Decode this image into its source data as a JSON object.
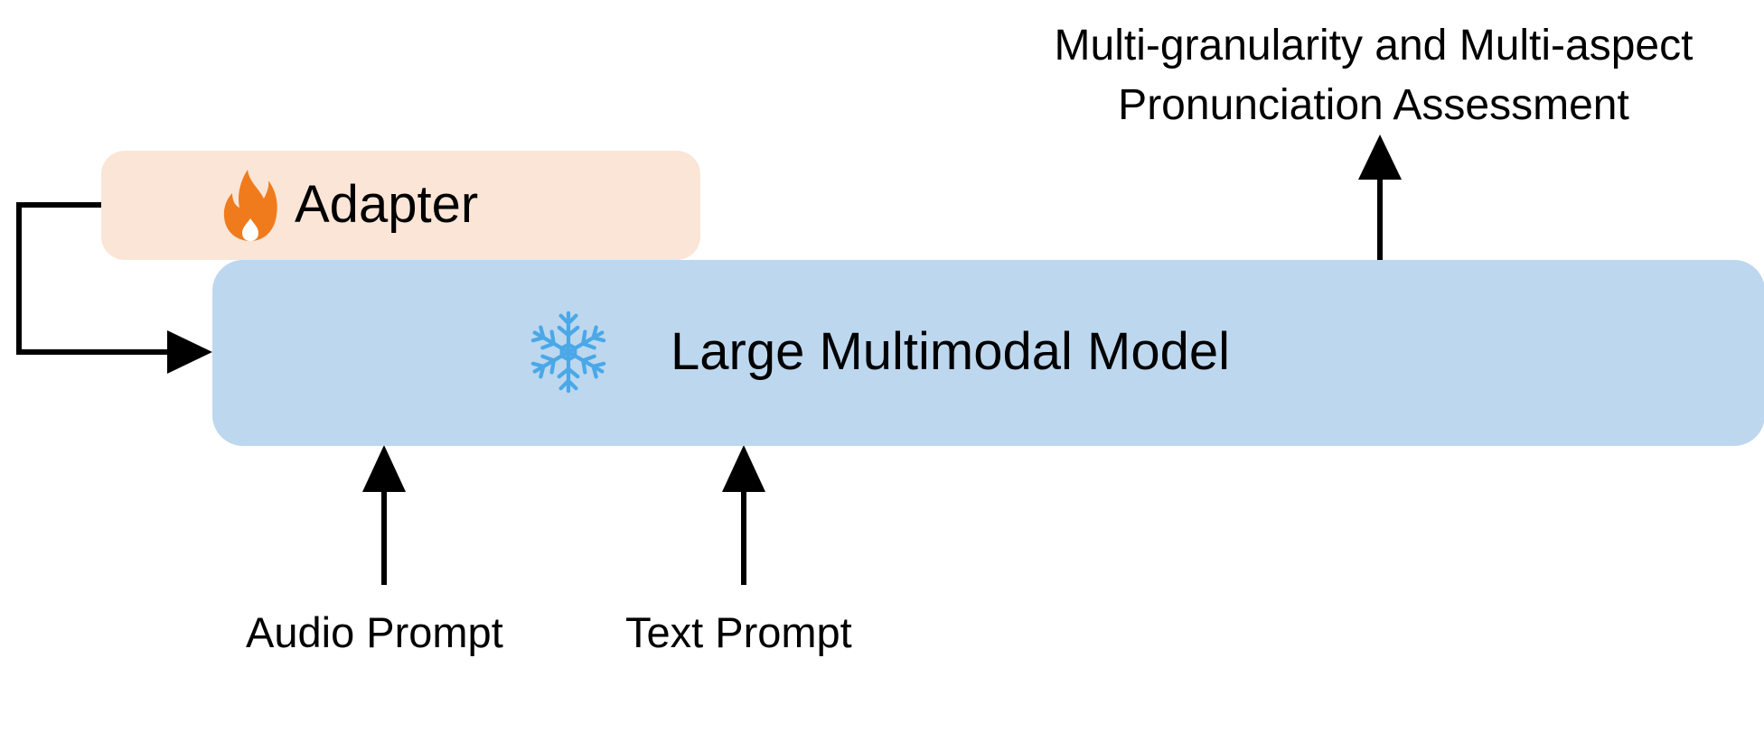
{
  "colors": {
    "adapter_fill": "#fbe5d6",
    "model_fill": "#bdd7ee",
    "arrow": "#000000",
    "fire_outer": "#f07b1d",
    "fire_inner": "#ffffff",
    "snowflake": "#4aa8e8"
  },
  "adapter": {
    "label": "Adapter",
    "icon": "fire-icon"
  },
  "model": {
    "label": "Large Multimodal Model",
    "icon": "snowflake-icon"
  },
  "inputs": {
    "audio_label": "Audio Prompt",
    "text_label": "Text Prompt"
  },
  "output": {
    "line1": "Multi-granularity and Multi-aspect",
    "line2": "Pronunciation Assessment"
  }
}
